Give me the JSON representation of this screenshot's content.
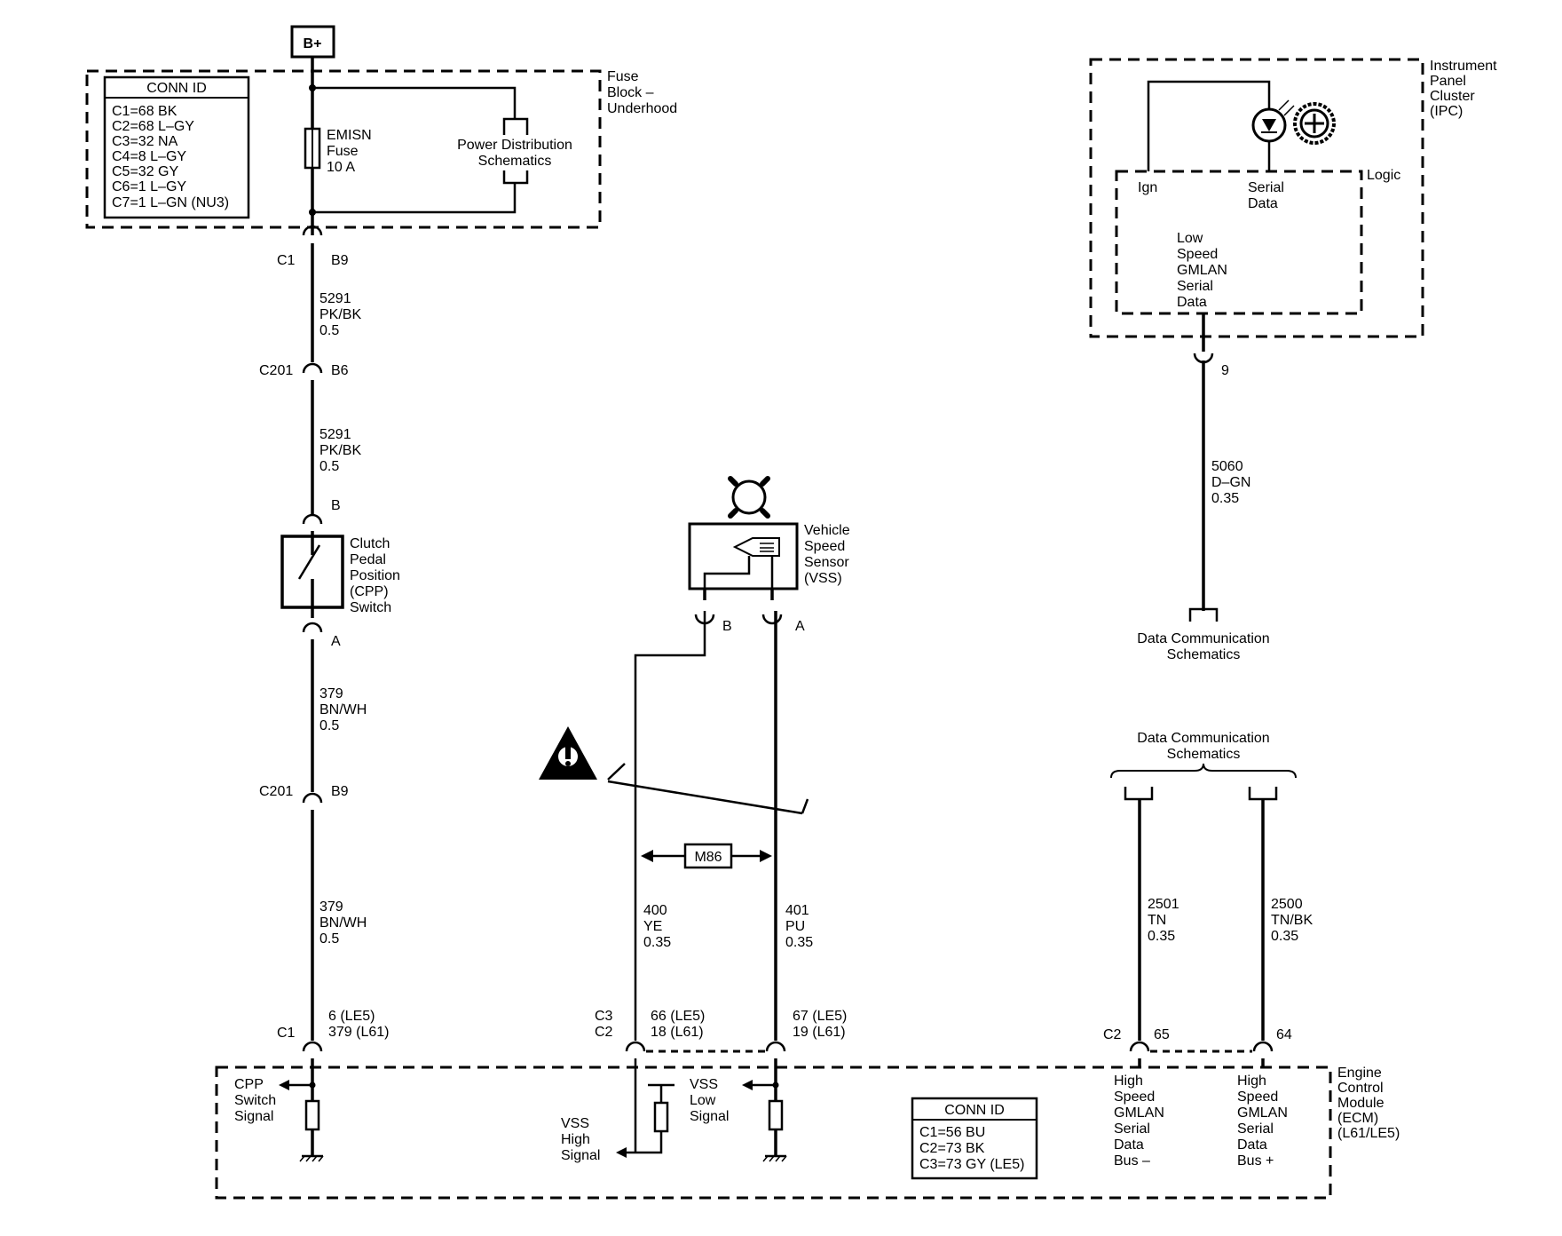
{
  "bplus": "B+",
  "fuse_block": {
    "label": [
      "Fuse",
      "Block –",
      "Underhood"
    ],
    "conn_title": "CONN ID",
    "conn_rows": [
      "C1=68 BK",
      "C2=68 L–GY",
      "C3=32 NA",
      "C4=8 L–GY",
      "C5=32 GY",
      "C6=1 L–GY",
      "C7=1 L–GN (NU3)"
    ],
    "fuse_label": [
      "EMISN",
      "Fuse",
      "10 A"
    ],
    "power_dist": [
      "Power Distribution",
      "Schematics"
    ]
  },
  "left_circuit": {
    "c1": "C1",
    "b9_top": "B9",
    "wire1": [
      "5291",
      "PK/BK",
      "0.5"
    ],
    "c201_a": "C201",
    "b6": "B6",
    "wire2": [
      "5291",
      "PK/BK",
      "0.5"
    ],
    "pin_b": "B",
    "cpp_label": [
      "Clutch",
      "Pedal",
      "Position",
      "(CPP)",
      "Switch"
    ],
    "pin_a": "A",
    "wire3": [
      "379",
      "BN/WH",
      "0.5"
    ],
    "c201_b": "C201",
    "b9_mid": "B9",
    "wire4": [
      "379",
      "BN/WH",
      "0.5"
    ],
    "ecm_c1": "C1",
    "ecm_pins": [
      "6 (LE5)",
      "379 (L61)"
    ],
    "signal": [
      "CPP",
      "Switch",
      "Signal"
    ]
  },
  "vss": {
    "label": [
      "Vehicle",
      "Speed",
      "Sensor",
      "(VSS)"
    ],
    "pin_b": "B",
    "pin_a": "A",
    "option": "M86",
    "wire_left": [
      "400",
      "YE",
      "0.35"
    ],
    "wire_right": [
      "401",
      "PU",
      "0.35"
    ],
    "conn_left": [
      "C3",
      "C2"
    ],
    "pins_left": [
      "66 (LE5)",
      "18 (L61)"
    ],
    "pins_right": [
      "67 (LE5)",
      "19 (L61)"
    ],
    "low_signal": [
      "VSS",
      "Low",
      "Signal"
    ],
    "high_signal": [
      "VSS",
      "High",
      "Signal"
    ]
  },
  "ipc": {
    "label": [
      "Instrument",
      "Panel",
      "Cluster",
      "(IPC)"
    ],
    "logic": "Logic",
    "ign": "Ign",
    "serial_data": [
      "Serial",
      "Data"
    ],
    "lowspeed": [
      "Low",
      "Speed",
      "GMLAN",
      "Serial",
      "Data"
    ],
    "pin": "9",
    "wire": [
      "5060",
      "D–GN",
      "0.35"
    ],
    "dcs": [
      "Data Communication",
      "Schematics"
    ]
  },
  "gmlan": {
    "dcs": [
      "Data Communication",
      "Schematics"
    ],
    "wire_left": [
      "2501",
      "TN",
      "0.35"
    ],
    "wire_right": [
      "2500",
      "TN/BK",
      "0.35"
    ],
    "conn": "C2",
    "pin_left": "65",
    "pin_right": "64",
    "bus_minus": [
      "High",
      "Speed",
      "GMLAN",
      "Serial",
      "Data",
      "Bus –"
    ],
    "bus_plus": [
      "High",
      "Speed",
      "GMLAN",
      "Serial",
      "Data",
      "Bus +"
    ]
  },
  "ecm": {
    "label": [
      "Engine",
      "Control",
      "Module",
      "(ECM)",
      "(L61/LE5)"
    ],
    "conn_title": "CONN ID",
    "conn_rows": [
      "C1=56 BU",
      "C2=73 BK",
      "C3=73 GY (LE5)"
    ]
  }
}
